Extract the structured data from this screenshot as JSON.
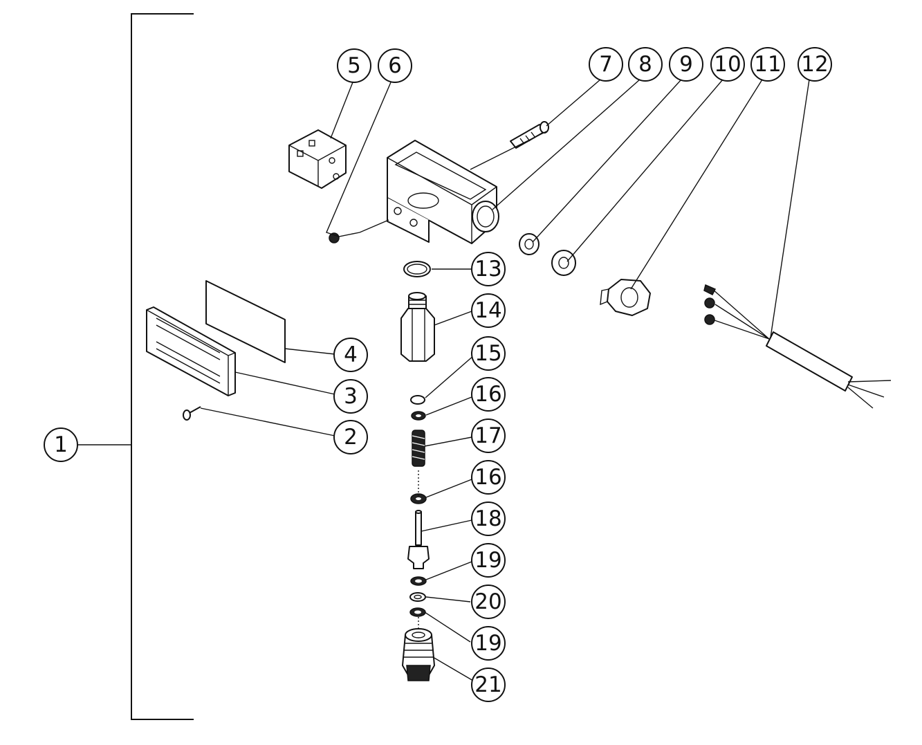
{
  "callouts": {
    "c1": "1",
    "c2": "2",
    "c3": "3",
    "c4": "4",
    "c5": "5",
    "c6": "6",
    "c7": "7",
    "c8": "8",
    "c9": "9",
    "c10": "10",
    "c11": "11",
    "c12": "12",
    "c13": "13",
    "c14": "14",
    "c15": "15",
    "c16a": "16",
    "c17": "17",
    "c16b": "16",
    "c18": "18",
    "c19a": "19",
    "c20": "20",
    "c19b": "19",
    "c21": "21"
  },
  "colors": {
    "line": "#111111",
    "background": "#ffffff"
  }
}
